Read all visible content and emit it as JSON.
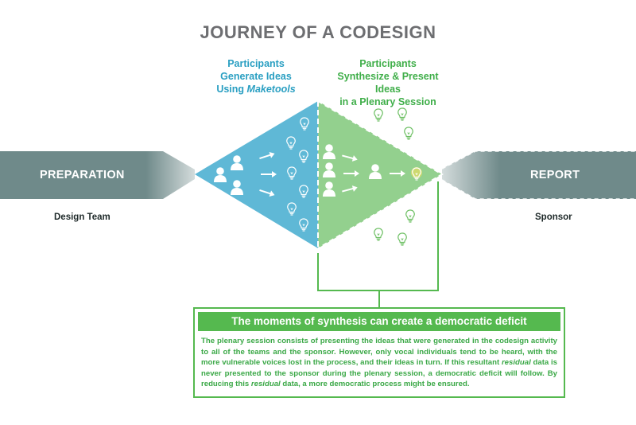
{
  "title": "JOURNEY OF A CODESIGN",
  "diverge_label": {
    "line1": "Participants",
    "line2": "Generate Ideas",
    "line3_prefix": "Using ",
    "line3_emph": "Maketools"
  },
  "converge_label": {
    "line1": "Participants",
    "line2": "Synthesize & Present Ideas",
    "line3": "in a Plenary Session"
  },
  "preparation": {
    "label": "PREPARATION",
    "owner": "Design Team"
  },
  "report": {
    "label": "REPORT",
    "owner": "Sponsor"
  },
  "callout": {
    "heading": "The moments of synthesis can create a democratic deficit",
    "body_part1": "The plenary session consists of presenting the ideas that were generated in the codesign activity to all of the teams and the sponsor. However, only vocal individuals tend to be heard, with the more vulnerable voices lost in the process, and their ideas in turn. If this resultant ",
    "body_emph1": "residual",
    "body_part2": " data is never presented to the sponsor during the plenary session, a democratic deficit will follow. By reducing this ",
    "body_emph2": "residual",
    "body_part3": " data, a more democratic process might be ensured."
  },
  "colors": {
    "gray_band": "#5f7a7a",
    "gray_band_dark": "#4d6565",
    "blue": "#5fb8d6",
    "green": "#8fcf8a",
    "green_line": "#55b94f",
    "bulb_green": "#6cbf62",
    "bulb_blue": "#ffffff"
  },
  "icons": [
    "person-icon",
    "arrow-icon",
    "lightbulb-icon"
  ]
}
